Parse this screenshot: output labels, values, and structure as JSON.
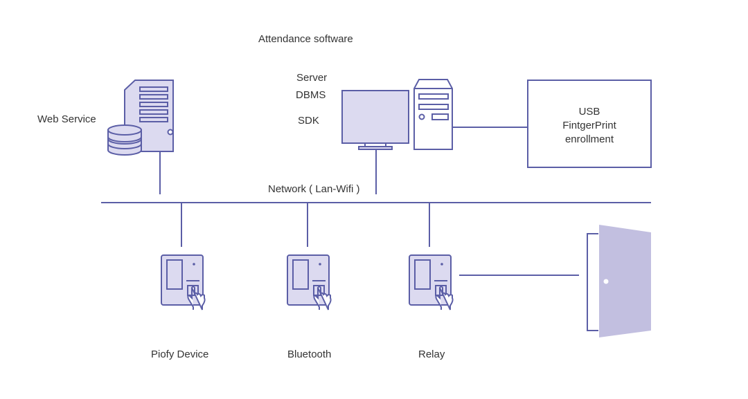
{
  "title": "Attendance software",
  "colors": {
    "stroke": "#5b5ea6",
    "fill": "#dcdaf0",
    "door": "#c2bfe0"
  },
  "nodes": {
    "web_service": {
      "label": "Web Service",
      "icons": [
        "server-tower-icon",
        "database-icon"
      ]
    },
    "workstation": {
      "labels": [
        "Server",
        "DBMS",
        "SDK"
      ],
      "icons": [
        "monitor-icon",
        "desktop-tower-icon"
      ]
    },
    "usb_enrollment": {
      "lines": [
        "USB",
        "FintgerPrint",
        "enrollment"
      ]
    },
    "network": {
      "label": "Network ( Lan-Wifi )"
    },
    "devices": [
      {
        "label": "Piofy Device",
        "icon": "fingerprint-terminal-icon"
      },
      {
        "label": "Bluetooth",
        "icon": "fingerprint-terminal-icon"
      },
      {
        "label": "Relay",
        "icon": "fingerprint-terminal-icon"
      }
    ],
    "door": {
      "icon": "door-icon"
    }
  }
}
